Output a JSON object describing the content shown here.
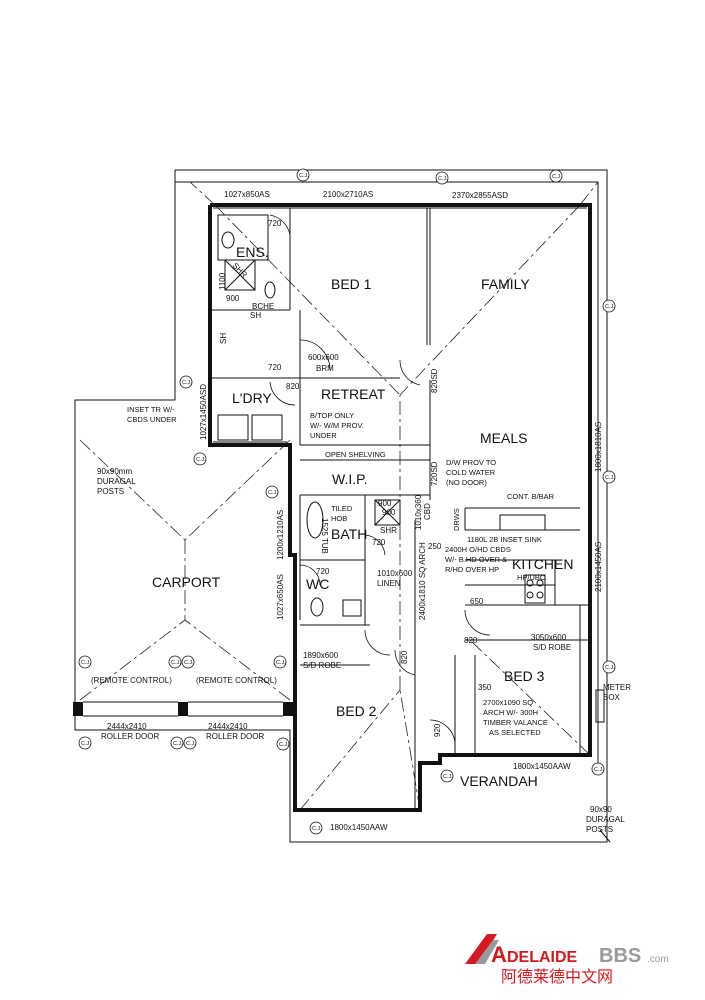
{
  "rooms": {
    "ens": "ENS.",
    "bed1": "BED 1",
    "family": "FAMILY",
    "retreat": "RETREAT",
    "ldry": "L'DRY",
    "meals": "MEALS",
    "wip": "W.I.P.",
    "bath": "BATH",
    "kitchen": "KITCHEN",
    "wc": "WC",
    "carport": "CARPORT",
    "bed3": "BED 3",
    "bed2": "BED 2",
    "verandah": "VERANDAH"
  },
  "dimensions": {
    "top_left": "1027x850AS",
    "top_mid": "2100x2710AS",
    "top_right": "2370x2855ASD",
    "ens_door": "720",
    "bed1_door": "720",
    "retreat_door": "820",
    "ldry_door": "820",
    "family_opening": "820SD",
    "wip_opening": "720SD",
    "brm_window": "600x600",
    "brm_label": "BRM",
    "left_window": "1027x1450ASD",
    "right_window_1": "1800x1810AS",
    "right_window_2": "2100x1450AS",
    "bath_window": "1200x1210AS",
    "wc_window": "1027x650AS",
    "cbd_dim": "1010x360",
    "cbd_label": "CBD",
    "bath_dim_1": "900",
    "bath_dim_2": "900",
    "bath_door": "720",
    "wc_door": "720",
    "shr": "SHR",
    "tub": "1525 TUB",
    "linen_dim": "1010x600",
    "linen_label": "LINEN",
    "hall_dim": "250",
    "arch": "2400x1810 SQ ARCH",
    "bed2_robe_dim": "1890x600",
    "bed2_robe_label": "S/D ROBE",
    "bed2_door": "820",
    "bed3_robe_dim": "3050x600",
    "bed3_robe_label": "S/D ROBE",
    "bed3_door": "820",
    "kitchen_dim": "650",
    "dim_350": "350",
    "entry_door": "920",
    "bottom_window": "1800x1450AAW",
    "verandah_window": "1800x1450AAW",
    "posts_1": "90x90mm",
    "posts_2": "DURAGAL",
    "posts_3": "POSTS",
    "roller_1": "2444x2410",
    "roller_2": "2444x2410",
    "roller_label_1": "ROLLER DOOR",
    "roller_label_2": "ROLLER DOOR",
    "remote_1": "(REMOTE CONTROL)",
    "remote_2": "(REMOTE CONTROL)",
    "post_br_1": "90x90",
    "post_br_2": "DURAGAL",
    "post_br_3": "POSTS",
    "meter_1": "METER",
    "meter_2": "BOX",
    "shr_ens": "SHR",
    "sh_1": "SH",
    "sh_2": "SH",
    "bche": "BCHE",
    "small_1100": "1100",
    "small_900": "900"
  },
  "notes": {
    "inset_tr_1": "INSET TR W/-",
    "inset_tr_2": "CBDS UNDER",
    "btop_1": "B/TOP ONLY",
    "btop_2": "W/- W/M PROV.",
    "btop_3": "UNDER",
    "open_shelving": "OPEN SHELVING",
    "dw_1": "D/W PROV TO",
    "dw_2": "COLD WATER",
    "dw_3": "(NO DOOR)",
    "cont_bbar": "CONT. B/BAR",
    "sink": "1180L 2B INSET SINK",
    "ohd_1": "2400H O/HD CBDS",
    "ohd_2": "W/- B.HD OVER &",
    "ohd_3": "R/HD OVER HP",
    "hp_ubo": "HP/UBO",
    "tiled_1": "TILED",
    "tiled_2": "HOB",
    "arch_1": "2700x1090 SQ",
    "arch_2": "ARCH W/- 300H",
    "arch_3": "TIMBER VALANCE",
    "arch_4": "AS SELECTED",
    "drws": "DRWS"
  },
  "column_label": "C.J.",
  "logo": {
    "text_a": "A",
    "text_main": "DELAIDE",
    "text_bbs": "BBS",
    "text_com": ".com",
    "chinese": "阿德莱德中文网",
    "brand_color": "#d6181f",
    "grey_color": "#9a9a9a"
  }
}
